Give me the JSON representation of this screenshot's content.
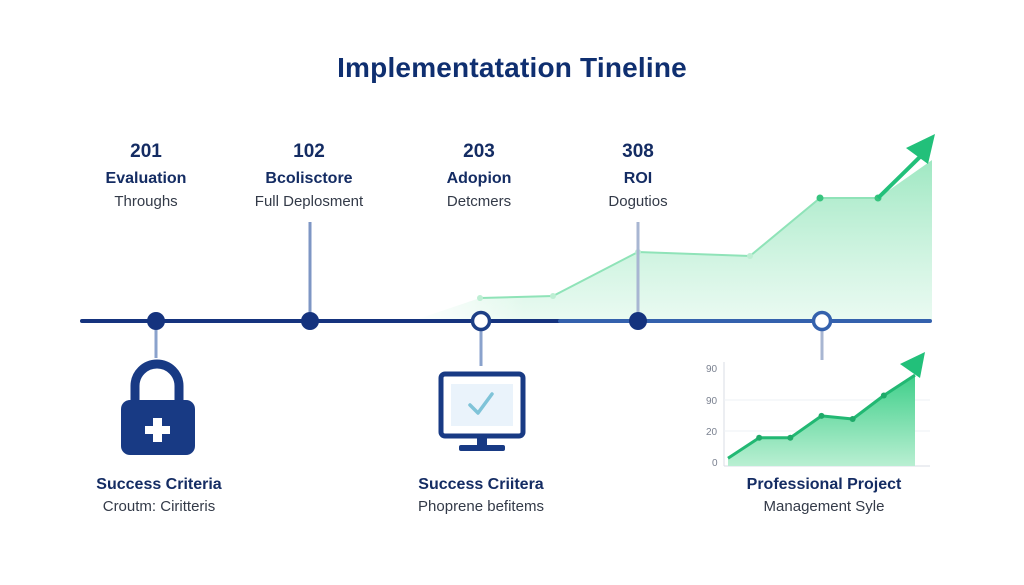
{
  "title": "Implementatation Tineline",
  "milestones": [
    {
      "year": "201",
      "label": "Evaluation",
      "sub": "Throughs"
    },
    {
      "year": "102",
      "label": "Bcolisctore",
      "sub": "Full Deplosment"
    },
    {
      "year": "203",
      "label": "Adopion",
      "sub": "Detcmers"
    },
    {
      "year": "308",
      "label": "ROI",
      "sub": "Dogutios"
    }
  ],
  "bottom": [
    {
      "title": "Success Criteria",
      "sub": "Croutm: Ciritteris"
    },
    {
      "title": "Success Criitera",
      "sub": "Phoprene befitems"
    },
    {
      "title": "Professional Project",
      "sub": "Management Syle"
    }
  ],
  "icons": {
    "lock": "lock-icon",
    "monitor": "monitor-check-icon",
    "growth": "growth-arrow-icon"
  },
  "colors": {
    "navy": "#142c63",
    "line": "#1a3a8a",
    "green": "#22c07a",
    "green_fill": "#c8f0da"
  },
  "mini_chart": {
    "y_ticks": [
      "90",
      "90",
      "20",
      "0"
    ],
    "values": [
      5,
      18,
      18,
      32,
      30,
      45,
      58
    ]
  }
}
